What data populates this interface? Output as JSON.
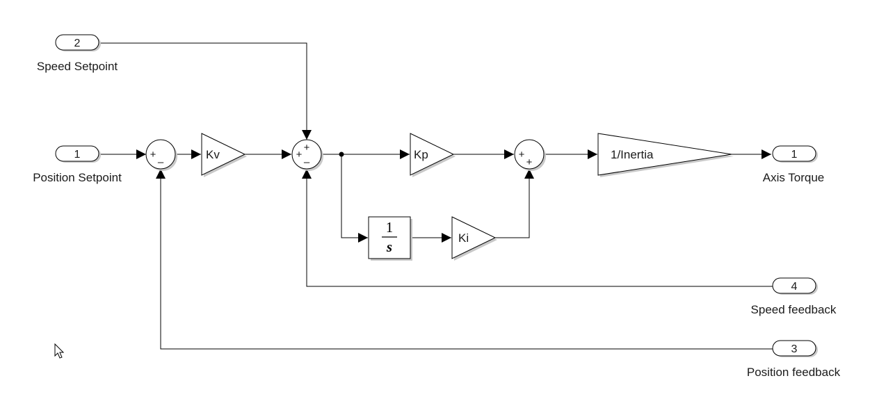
{
  "inports": [
    {
      "id": "inport-1",
      "number": "1",
      "label": "Position Setpoint"
    },
    {
      "id": "inport-2",
      "number": "2",
      "label": "Speed Setpoint"
    },
    {
      "id": "inport-3",
      "number": "3",
      "label": "Position feedback"
    },
    {
      "id": "inport-4",
      "number": "4",
      "label": "Speed feedback"
    }
  ],
  "outports": [
    {
      "id": "outport-1",
      "number": "1",
      "label": "Axis Torque"
    }
  ],
  "gains": {
    "kv": "Kv",
    "kp": "Kp",
    "ki": "Ki",
    "inertia": "1/Inertia"
  },
  "integrator": {
    "numerator": "1",
    "denominator": "s"
  },
  "sums": {
    "sum_position": {
      "signs": [
        "+",
        "–"
      ]
    },
    "sum_speed": {
      "signs": [
        "+",
        "+",
        "–"
      ]
    },
    "sum_pi": {
      "signs": [
        "+",
        "+"
      ]
    }
  }
}
